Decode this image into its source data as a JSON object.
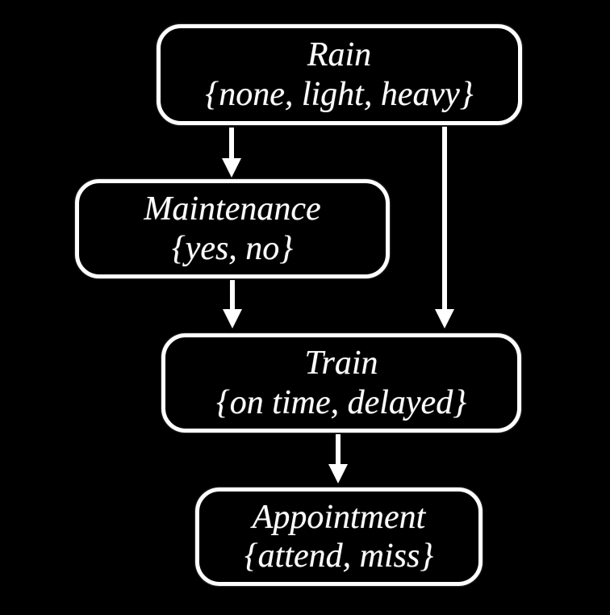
{
  "diagram": {
    "type": "bayesian-network",
    "background_color": "#000000",
    "node_border_color": "#ffffff",
    "text_color": "#ffffff",
    "nodes": [
      {
        "id": "rain",
        "label": "Rain",
        "domain": "{none, light, heavy}"
      },
      {
        "id": "maintenance",
        "label": "Maintenance",
        "domain": "{yes, no}"
      },
      {
        "id": "train",
        "label": "Train",
        "domain": "{on time, delayed}"
      },
      {
        "id": "appointment",
        "label": "Appointment",
        "domain": "{attend, miss}"
      }
    ],
    "edges": [
      {
        "from": "rain",
        "to": "maintenance"
      },
      {
        "from": "rain",
        "to": "train"
      },
      {
        "from": "maintenance",
        "to": "train"
      },
      {
        "from": "train",
        "to": "appointment"
      }
    ]
  }
}
